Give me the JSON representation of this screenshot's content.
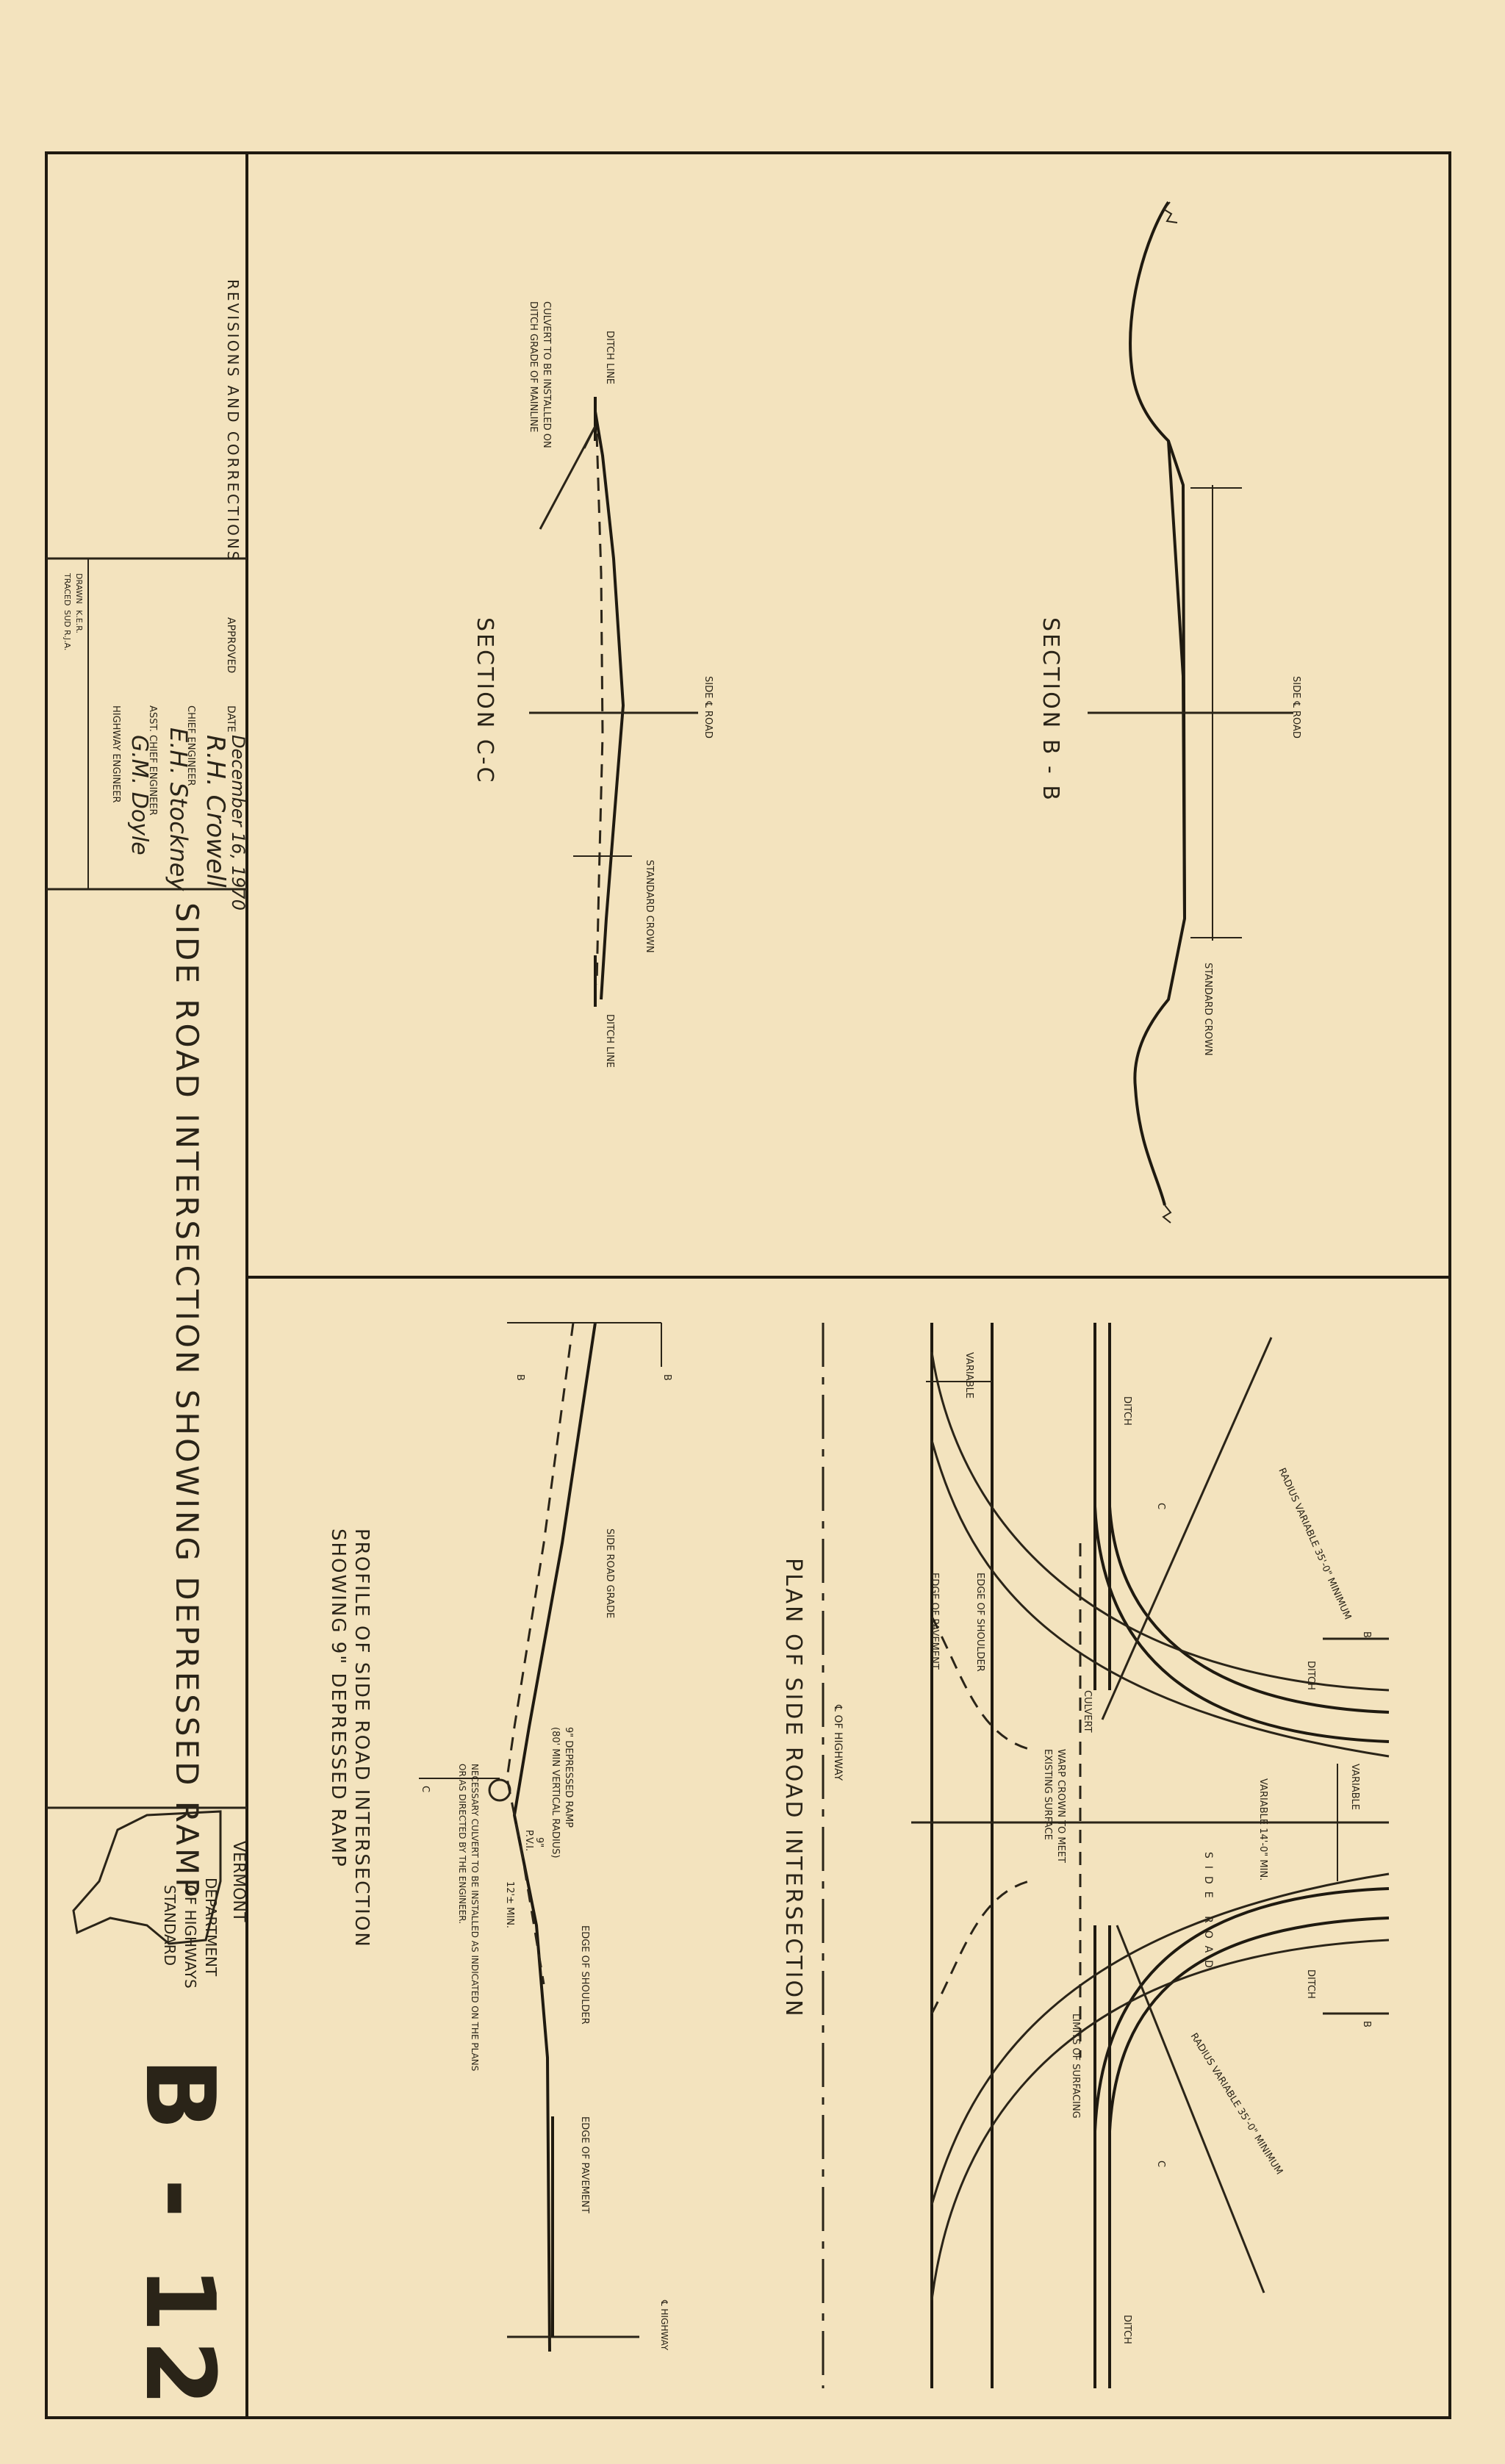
{
  "title_block": {
    "revisions_label": "REVISIONS AND CORRECTIONS",
    "approved_label": "APPROVED",
    "date_label": "DATE",
    "date_value": "December 16, 1970",
    "chief_engineer_sig": "R.H. Crowell",
    "chief_engineer_label": "CHIEF ENGINEER",
    "asst_chief_sig": "E.H. Stockney",
    "asst_chief_label": "ASST. CHIEF ENGINEER",
    "highway_engineer_sig": "G.M. Doyle",
    "highway_engineer_label": "HIGHWAY ENGINEER",
    "drawn_label": "DRAWN",
    "drawn_value": "K.E.R.",
    "traced_label": "TRACED",
    "traced_value": "SUD R.J.A."
  },
  "sheet_title": "SIDE ROAD INTERSECTION SHOWING DEPRESSED RAMP",
  "agency": {
    "state": "VERMONT",
    "line1": "DEPARTMENT",
    "line2": "OF HIGHWAYS",
    "line3": "STANDARD"
  },
  "sheet_number": "B - 12",
  "section_bb": {
    "title": "SECTION B - B",
    "cl_symbol": "℄",
    "side_road": "SIDE ℄ ROAD",
    "standard_crown": "STANDARD CROWN"
  },
  "section_cc": {
    "title": "SECTION C-C",
    "ditch_line_1": "DITCH LINE",
    "ditch_line_2": "DITCH LINE",
    "culvert_note_1": "CULVERT TO BE INSTALLED ON",
    "culvert_note_2": "DITCH GRADE OF MAINLINE",
    "side_road": "SIDE ℄ ROAD",
    "standard_crown": "STANDARD CROWN"
  },
  "plan": {
    "title": "PLAN OF SIDE ROAD INTERSECTION",
    "cl_highway": "℄ OF HIGHWAY",
    "variable_1": "VARIABLE",
    "variable_2": "VARIABLE",
    "ditch_1": "DITCH",
    "ditch_2": "DITCH",
    "ditch_3": "DITCH",
    "ditch_4": "DITCH",
    "radius_1": "RADIUS VARIABLE 35'-0\" MINIMUM",
    "radius_2": "RADIUS VARIABLE 35'-0\" MINIMUM",
    "edge_shoulder": "EDGE OF SHOULDER",
    "edge_pavement": "EDGE OF PAVEMENT",
    "culvert": "CULVERT",
    "warp_note_1": "WARP CROWN TO MEET",
    "warp_note_2": "EXISTING SURFACE",
    "side_road": "SIDE ROAD",
    "variable_width": "VARIABLE 14'-0\" MIN.",
    "limits_surfacing": "LIMITS OF SURFACING",
    "letter_b1": "B",
    "letter_b2": "B",
    "letter_c1": "C",
    "letter_c2": "C"
  },
  "profile": {
    "title_line1": "PROFILE OF SIDE ROAD INTERSECTION",
    "title_line2": "SHOWING 9\" DEPRESSED RAMP",
    "side_road_grade": "SIDE ROAD GRADE",
    "depressed_ramp_1": "9\" DEPRESSED RAMP",
    "depressed_ramp_2": "(80' MIN VERTICAL RADIUS)",
    "pvi": "P.V.I.",
    "nine_in": "9\"",
    "twelve_min": "12'± MIN.",
    "edge_shoulder": "EDGE OF SHOULDER",
    "edge_pavement": "EDGE OF PAVEMENT",
    "culvert_note_1": "NECESSARY CULVERT TO BE INSTALLED AS INDICATED ON THE PLANS",
    "culvert_note_2": "OR AS DIRECTED BY THE ENGINEER.",
    "cl_highway": "℄ HIGHWAY",
    "letter_b1": "B",
    "letter_b2": "B",
    "letter_c": "C"
  }
}
